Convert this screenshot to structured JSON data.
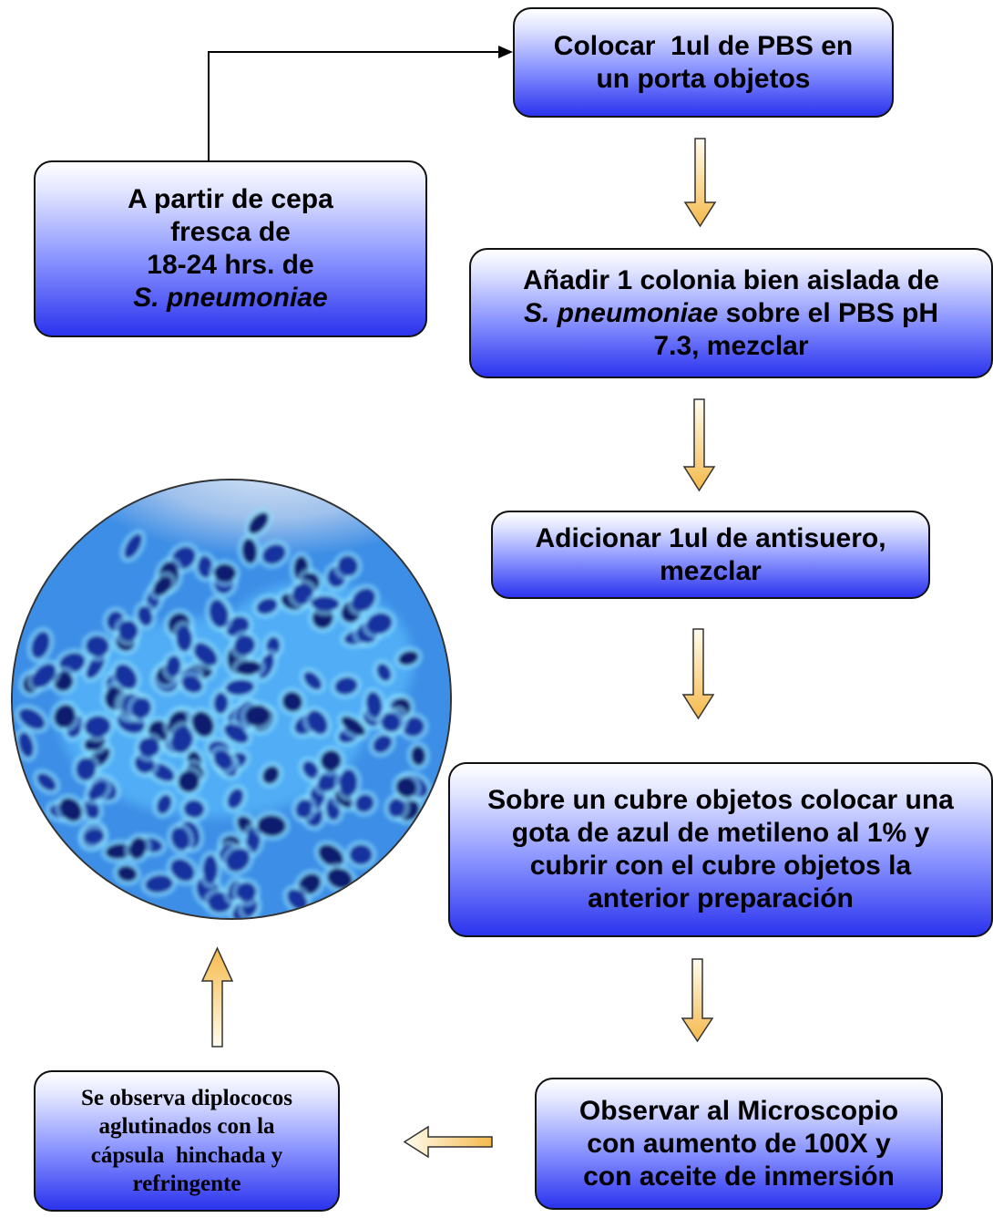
{
  "boxes": {
    "inicio": {
      "line1": "A partir de cepa",
      "line2": "fresca de",
      "line3": "18-24 hrs. de",
      "line4": "S. pneumoniae"
    },
    "paso1": {
      "line1": "Colocar  1ul de PBS en",
      "line2": "un porta objetos"
    },
    "paso2": {
      "line1": "Añadir 1 colonia bien aislada de",
      "line2_italic": "S. pneumoniae",
      "line2_rest": " sobre el PBS pH",
      "line3": "7.3, mezclar"
    },
    "paso3": {
      "line1": "Adicionar 1ul de antisuero,",
      "line2": "mezclar"
    },
    "paso4": {
      "line1": "Sobre un cubre objetos colocar una",
      "line2": "gota de azul de metileno al 1% y",
      "line3": "cubrir con el cubre objetos la",
      "line4": "anterior preparación"
    },
    "paso5": {
      "line1": "Observar al Microscopio",
      "line2": "con aumento de 100X y",
      "line3": "con aceite de inmersión"
    },
    "resultado": {
      "line1": "Se observa diplococos",
      "line2": "aglutinados con la",
      "line3": "cápsula  hinchada y",
      "line4": "refringente"
    }
  },
  "colors": {
    "box_top": "#ffffff",
    "box_bottom": "#2b33ee",
    "arrow_fill_top": "#fffbe6",
    "arrow_fill_bottom": "#f5b94a"
  }
}
